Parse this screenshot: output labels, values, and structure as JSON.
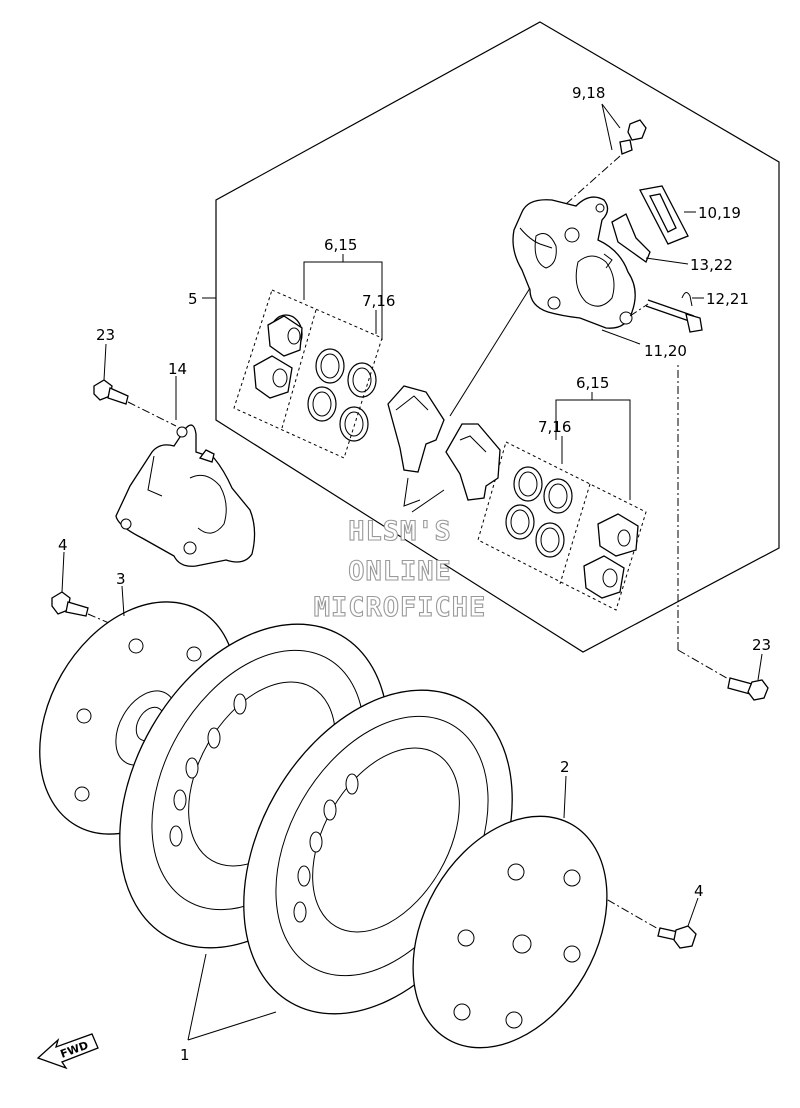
{
  "callouts": {
    "c1": "1",
    "c2": "2",
    "c3": "3",
    "c4_left": "4",
    "c4_right": "4",
    "c5": "5",
    "c6_15_left": "6,15",
    "c6_15_right": "6,15",
    "c7_16_left": "7,16",
    "c7_16_right": "7,16",
    "c9_18": "9,18",
    "c10_19": "10,19",
    "c11_20": "11,20",
    "c12_21": "12,21",
    "c13_22": "13,22",
    "c14": "14",
    "c23_left": "23",
    "c23_right": "23"
  },
  "watermark": {
    "line1": "HLSM'S",
    "line2": "ONLINE",
    "line3": "MICROFICHE"
  },
  "fwd_label": "FWD"
}
